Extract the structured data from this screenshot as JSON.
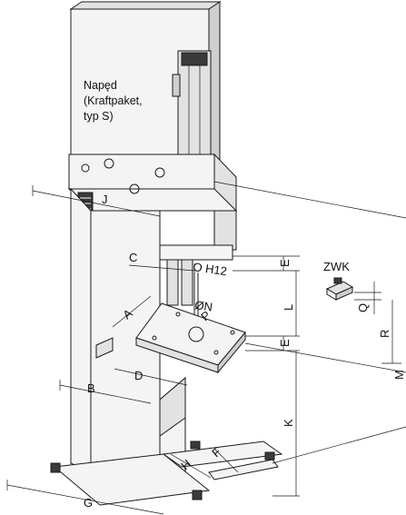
{
  "drive_label": {
    "line1": "Napęd",
    "line2": "(Kraftpaket,",
    "line3": "typ S)"
  },
  "zwk_label": "ZWK",
  "dimensions": {
    "A": "A",
    "B": "B",
    "C": "C",
    "D": "D",
    "E_top": "E",
    "E_bottom": "E",
    "F": "F",
    "G": "G",
    "H": "H",
    "J": "J",
    "K": "K",
    "L": "L",
    "M": "M",
    "Q_side": "Q",
    "R": "R",
    "P": "P",
    "ON": "ØN",
    "OH12": "O H12"
  }
}
